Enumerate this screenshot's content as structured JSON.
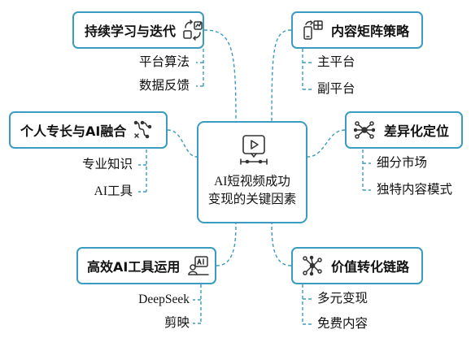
{
  "center": {
    "line1": "AI短视频成功",
    "line2": "变现的关键因素",
    "icon": "video-play-icon"
  },
  "branches": [
    {
      "title": "持续学习与迭代",
      "icon": "iterate-icon",
      "items": [
        "平台算法",
        "数据反馈"
      ]
    },
    {
      "title": "内容矩阵策略",
      "icon": "matrix-icon",
      "items": [
        "主平台",
        "副平台"
      ]
    },
    {
      "title": "个人专长与AI融合",
      "icon": "fusion-icon",
      "items": [
        "专业知识",
        "AI工具"
      ]
    },
    {
      "title": "差异化定位",
      "icon": "network-icon",
      "items": [
        "细分市场",
        "独特内容模式"
      ]
    },
    {
      "title": "高效AI工具运用",
      "icon": "ai-tool-icon",
      "items": [
        "DeepSeek",
        "剪映"
      ]
    },
    {
      "title": "价值转化链路",
      "icon": "chain-icon",
      "items": [
        "多元变现",
        "免费内容"
      ]
    }
  ],
  "colors": {
    "accent": "#3b9bc0",
    "text": "#111111",
    "background": "#ffffff"
  }
}
